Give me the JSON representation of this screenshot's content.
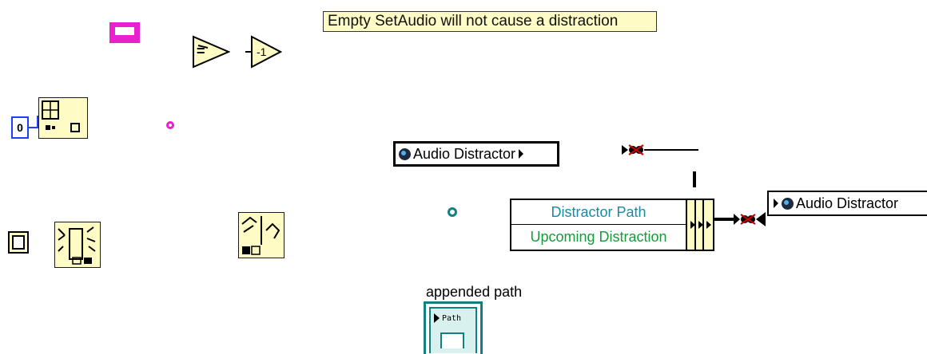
{
  "comment": {
    "text": "Empty SetAudio will not cause a distraction"
  },
  "constant": {
    "value": "0"
  },
  "refnum_left": {
    "label": "Audio Distractor"
  },
  "refnum_right": {
    "label": "Audio Distractor"
  },
  "bundle": {
    "rows": [
      "Distractor Path",
      "Upcoming Distraction"
    ]
  },
  "path_node": {
    "label": "appended path",
    "icon_text": "Path"
  },
  "colors": {
    "comment_bg": "#fffbc4",
    "node_bg": "#fffbc4",
    "string_pink": "#e820d0",
    "path_teal": "#128080",
    "cluster_text_teal": "#1a8aa8",
    "cluster_text_green": "#1a9a3a",
    "int_blue": "#1f3fff",
    "error_red": "#cc0000"
  }
}
